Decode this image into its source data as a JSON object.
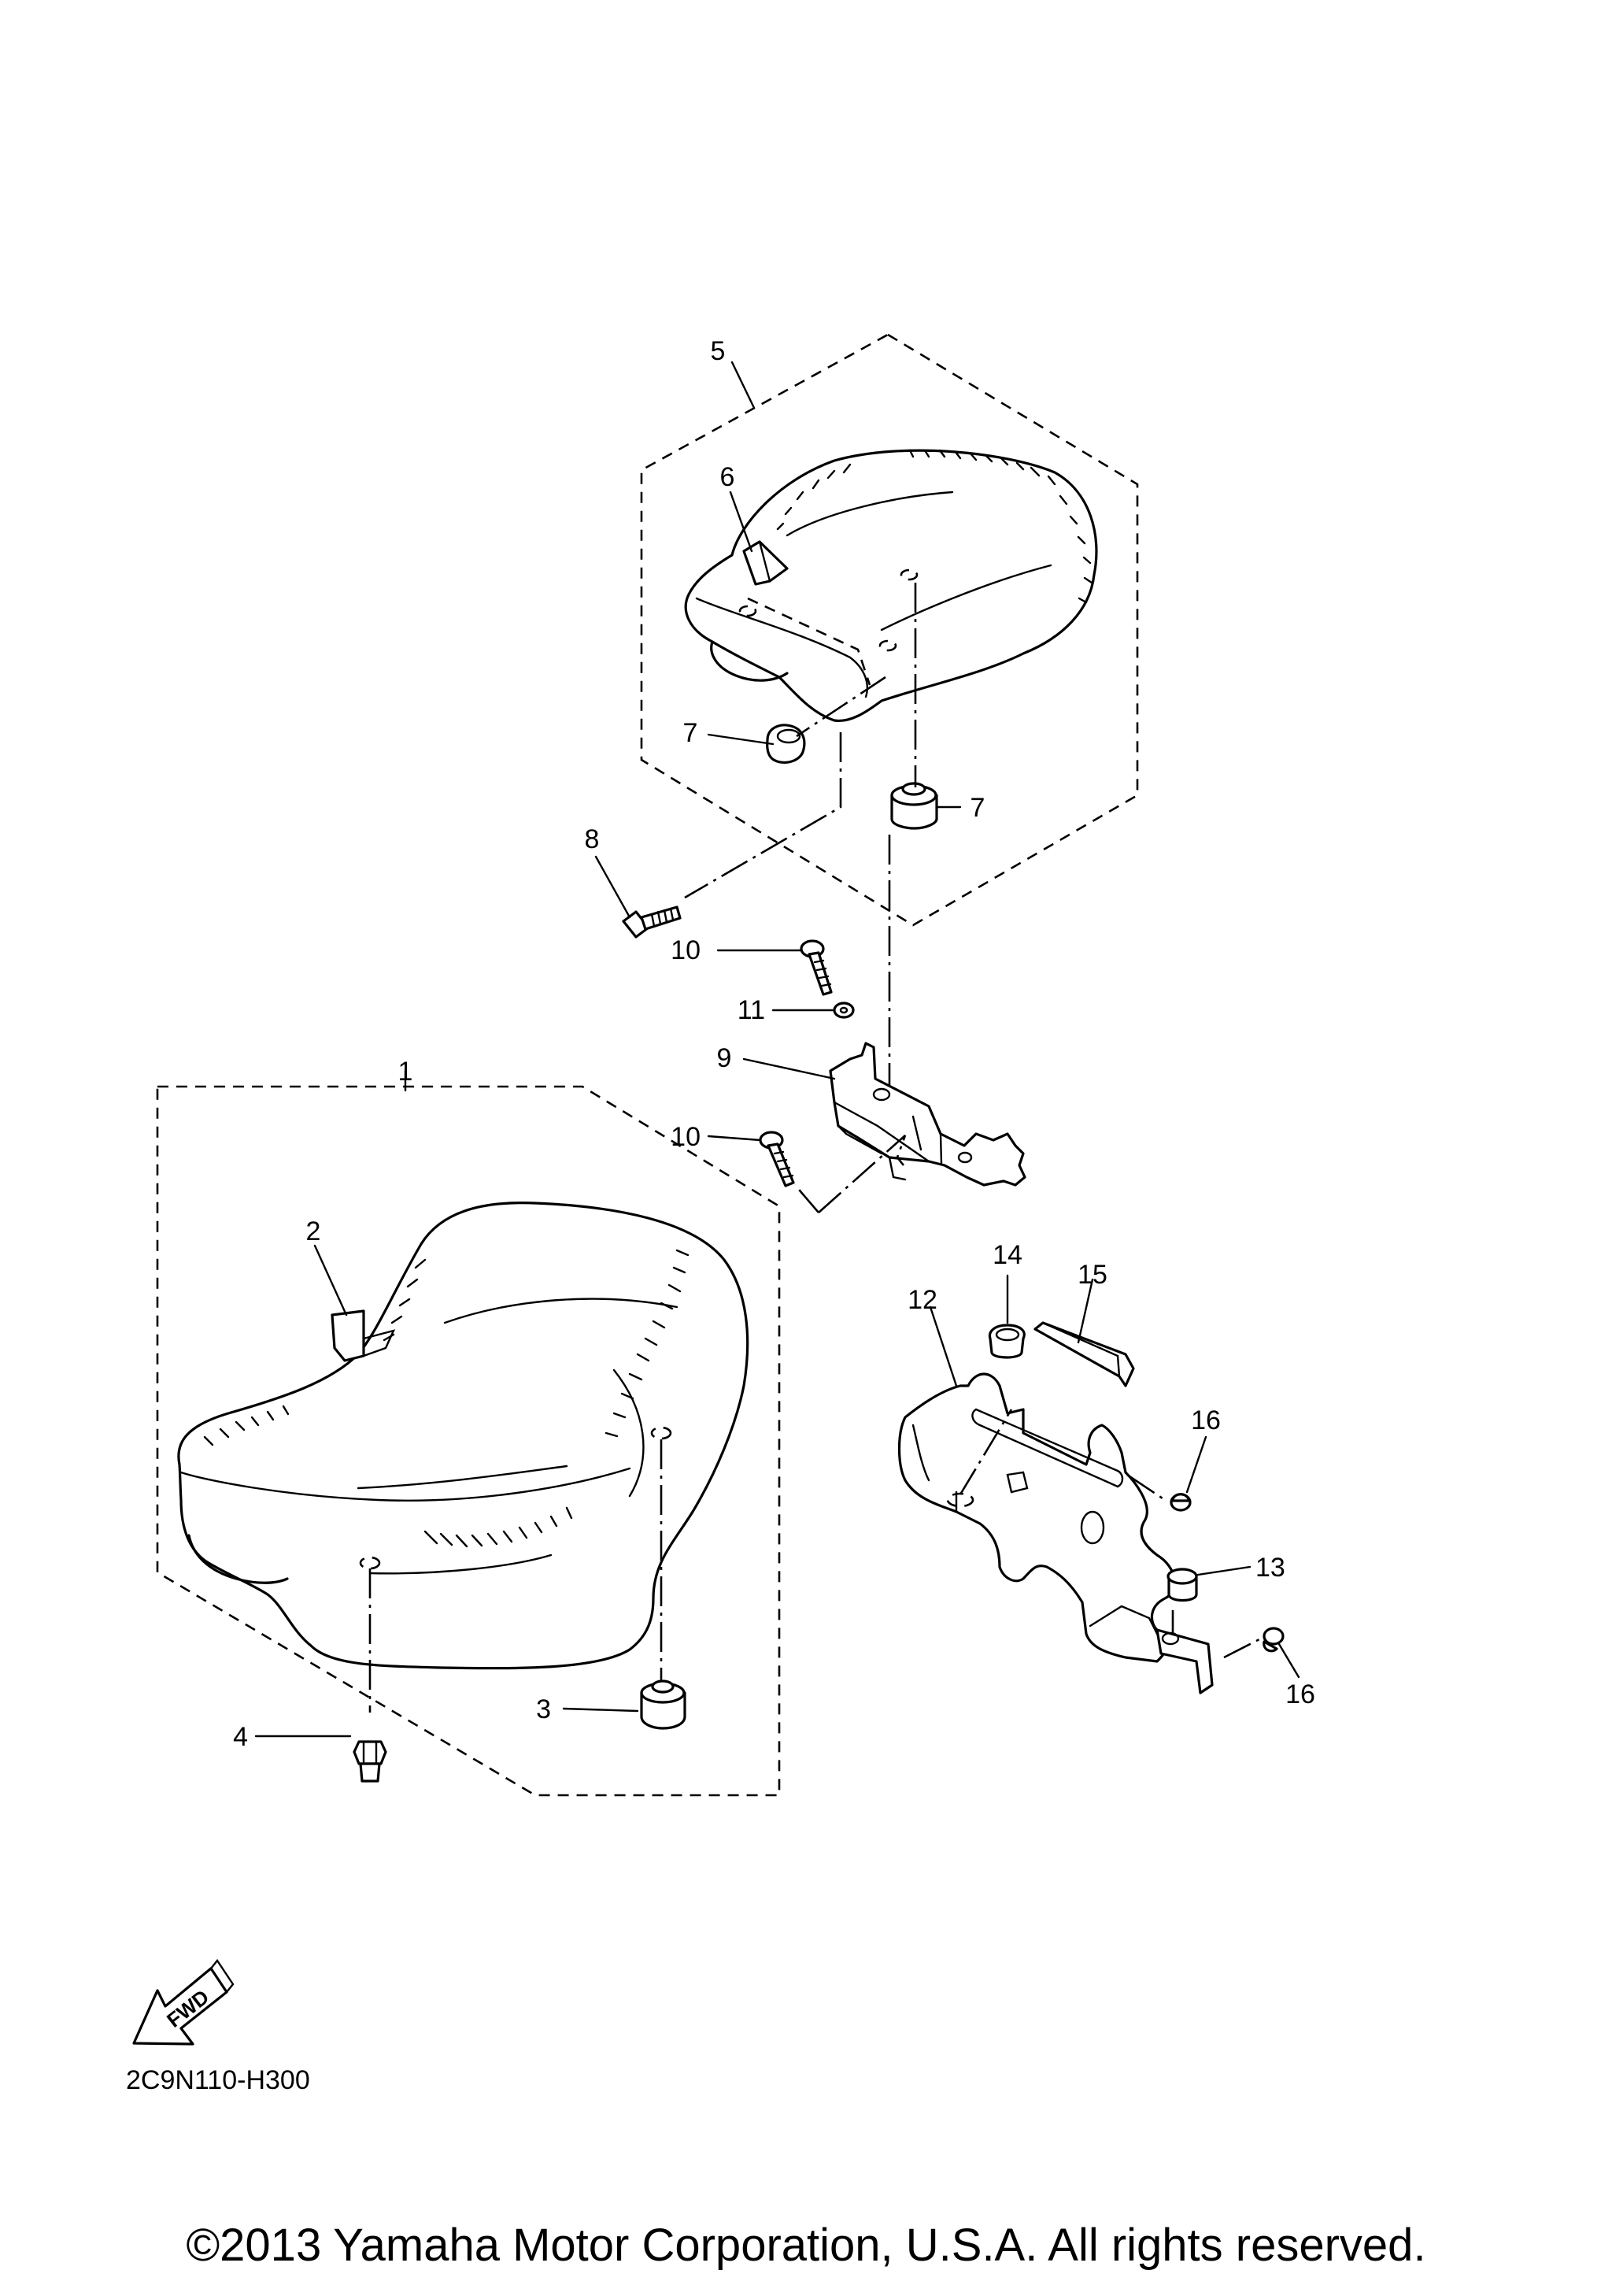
{
  "callouts": {
    "c1": "1",
    "c2": "2",
    "c3": "3",
    "c4": "4",
    "c5": "5",
    "c6": "6",
    "c7a": "7",
    "c7b": "7",
    "c8": "8",
    "c9": "9",
    "c10a": "10",
    "c10b": "10",
    "c11": "11",
    "c12": "12",
    "c13": "13",
    "c14": "14",
    "c15": "15",
    "c16a": "16",
    "c16b": "16"
  },
  "fwd_label": "FWD",
  "diagram_code": "2C9N110-H300",
  "copyright": "©2013 Yamaha Motor Corporation, U.S.A. All rights reserved."
}
